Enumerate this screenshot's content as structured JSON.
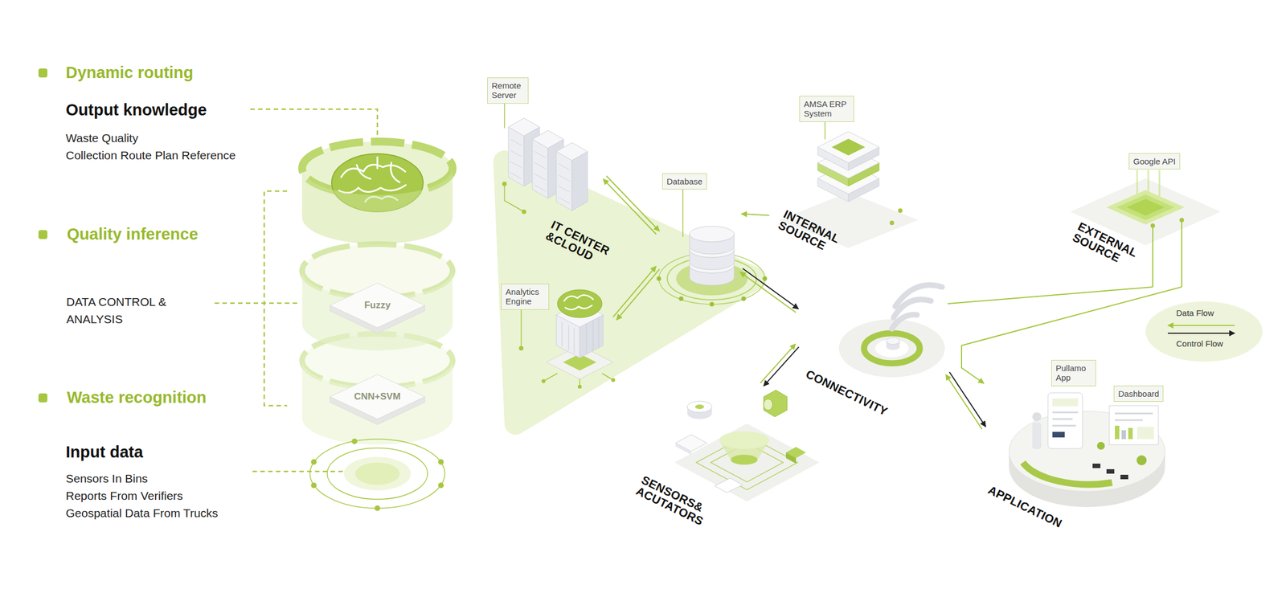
{
  "diagram": {
    "nodes": [
      {
        "text": [
          "Remote Server"
        ]
      },
      {
        "text": [
          "Database"
        ]
      },
      {
        "text": [
          "Analytics Engine"
        ]
      },
      {
        "text": [
          "AMSA ERP System",
          "INTERNAL SOURCE"
        ]
      },
      {
        "text": [
          "Google API",
          "EXTERNAL SOURCE"
        ]
      },
      {
        "text": [
          "CONNECTIVITY"
        ]
      },
      {
        "text": [
          "SENSORS& ACUTATORS"
        ]
      },
      {
        "text": [
          "Pullamo App",
          "Dashboard",
          "APPLICATION"
        ]
      }
    ],
    "edges": [
      {
        "from": 0,
        "to": 1,
        "arrow": "both"
      },
      {
        "from": 2,
        "to": 1,
        "arrow": "both"
      },
      {
        "from": 3,
        "to": 1,
        "arrow": "to"
      },
      {
        "from": 1,
        "to": 5,
        "arrow": "both"
      },
      {
        "from": 5,
        "to": 6,
        "arrow": "both"
      },
      {
        "from": 5,
        "to": 7,
        "arrow": "both"
      },
      {
        "from": 4,
        "to": 5,
        "arrow": "none"
      },
      {
        "from": 4,
        "to": 7,
        "arrow": "to"
      }
    ],
    "labels": [
      "Dynamic routing",
      "Output knowledge",
      "Waste Quality",
      "Collection Route Plan Reference",
      "Quality inference",
      "DATA CONTROL & ANALYSIS",
      "Waste recognition",
      "Input data",
      "Sensors In Bins",
      "Reports From Verifiers",
      "Geospatial Data From Trucks",
      "Fuzzy",
      "CNN+SVM",
      "IT CENTER &CLOUD"
    ],
    "legend": [
      {
        "text": "Data Flow"
      },
      {
        "text": "Control Flow"
      }
    ]
  }
}
